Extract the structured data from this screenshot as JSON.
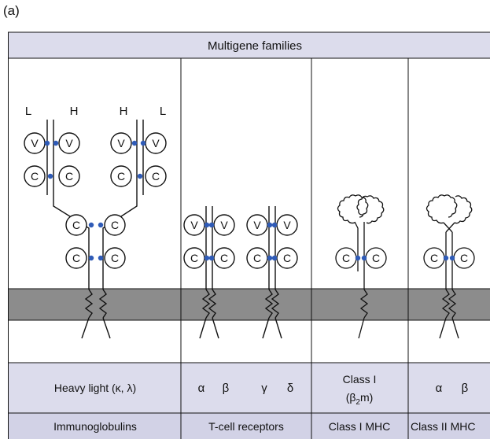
{
  "panel_label": "(a)",
  "header": "Multigene families",
  "chain_letters": {
    "light": "L",
    "heavy": "H"
  },
  "domain_labels": {
    "variable": "V",
    "constant": "C"
  },
  "colors": {
    "header_band": "#dcdcec",
    "membrane": "#8c8c8c",
    "disulfide_dot": "#2f5bb7",
    "line": "#111111",
    "background": "#ffffff"
  },
  "columns": [
    {
      "chains_label": "Heavy light (κ, λ)",
      "family": "Immunoglobulins"
    },
    {
      "chains_label_parts": [
        "α",
        "β",
        "γ",
        "δ"
      ],
      "family": "T-cell receptors"
    },
    {
      "chains_label_line1": "Class I",
      "chains_label_line2_prefix": "(β",
      "chains_label_line2_sub": "2",
      "chains_label_line2_suffix": "m)",
      "family": "Class I MHC"
    },
    {
      "chains_label_parts": [
        "α",
        "β"
      ],
      "family": "Class II MHC"
    }
  ]
}
